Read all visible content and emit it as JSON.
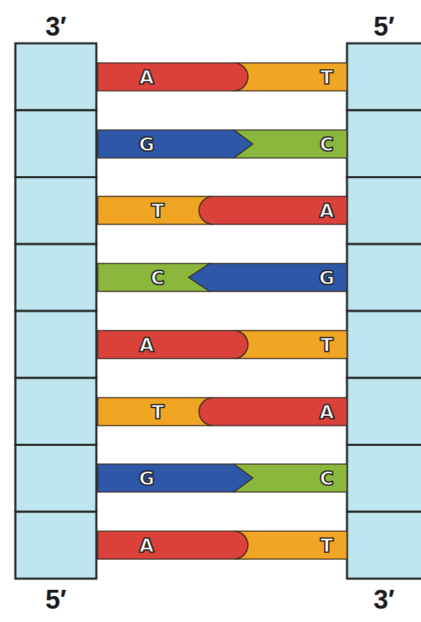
{
  "diagram": {
    "nodes": [
      {
        "text": [
          "A"
        ]
      },
      {
        "text": [
          "T"
        ]
      },
      {
        "text": [
          "G"
        ]
      },
      {
        "text": [
          "C"
        ]
      },
      {
        "text": [
          "T"
        ]
      },
      {
        "text": [
          "A"
        ]
      },
      {
        "text": [
          "C"
        ]
      },
      {
        "text": [
          "G"
        ]
      },
      {
        "text": [
          "A"
        ]
      },
      {
        "text": [
          "T"
        ]
      },
      {
        "text": [
          "T"
        ]
      },
      {
        "text": [
          "A"
        ]
      },
      {
        "text": [
          "G"
        ]
      },
      {
        "text": [
          "C"
        ]
      },
      {
        "text": [
          "A"
        ]
      },
      {
        "text": [
          "T"
        ]
      }
    ],
    "labels": [
      "3′",
      "5′",
      "5′",
      "3′"
    ]
  }
}
